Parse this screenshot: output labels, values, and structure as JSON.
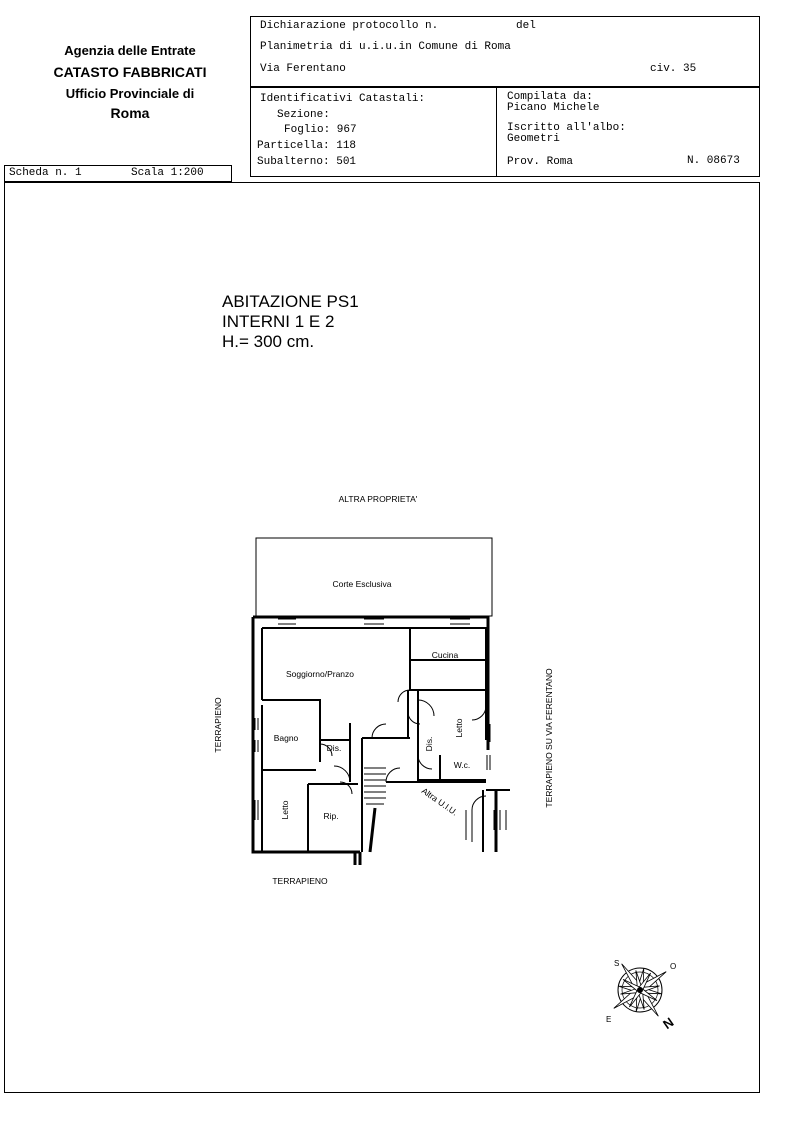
{
  "agency": {
    "line1": "Agenzia delle Entrate",
    "line2": "CATASTO FABBRICATI",
    "line3": "Ufficio Provinciale di",
    "line4": "Roma"
  },
  "header": {
    "protocollo_label": "Dichiarazione protocollo n.",
    "del_label": "del",
    "planimetria": "Planimetria di u.i.u.in Comune di Roma",
    "via": "Via Ferentano",
    "civ": "civ. 35",
    "identificativi": "Identificativi Catastali:",
    "sezione": "Sezione:",
    "foglio": "Foglio: 967",
    "particella": "Particella: 118",
    "subalterno": "Subalterno: 501",
    "compilata": "Compilata da:",
    "compilatore": "Picano Michele",
    "iscritto": "Iscritto all'albo:",
    "albo": "Geometri",
    "prov": "Prov. Roma",
    "numero": "N. 08673"
  },
  "scheda": {
    "scheda": "Scheda n. 1",
    "scala": "Scala 1:200"
  },
  "title": {
    "line1": "ABITAZIONE PS1",
    "line2": "INTERNI 1 E 2",
    "line3": "H.= 300 cm."
  },
  "plan": {
    "altra_proprieta": "ALTRA PROPRIETA'",
    "corte": "Corte Esclusiva",
    "soggiorno": "Soggiorno/Pranzo",
    "cucina": "Cucina",
    "letto1": "Letto",
    "bagno": "Bagno",
    "dis1": "Dis.",
    "dis2": "Dis.",
    "wc": "W.c.",
    "letto2": "Letto",
    "rip": "Rip.",
    "altra_uiu": "Altra U.I.U.",
    "terrapieno_left": "TERRAPIENO",
    "terrapieno_bottom": "TERRAPIENO",
    "terrapieno_right": "TERRAPIENO SU VIA FERENTANO"
  },
  "compass": {
    "s": "S",
    "o": "O",
    "e": "E",
    "n": "N"
  }
}
